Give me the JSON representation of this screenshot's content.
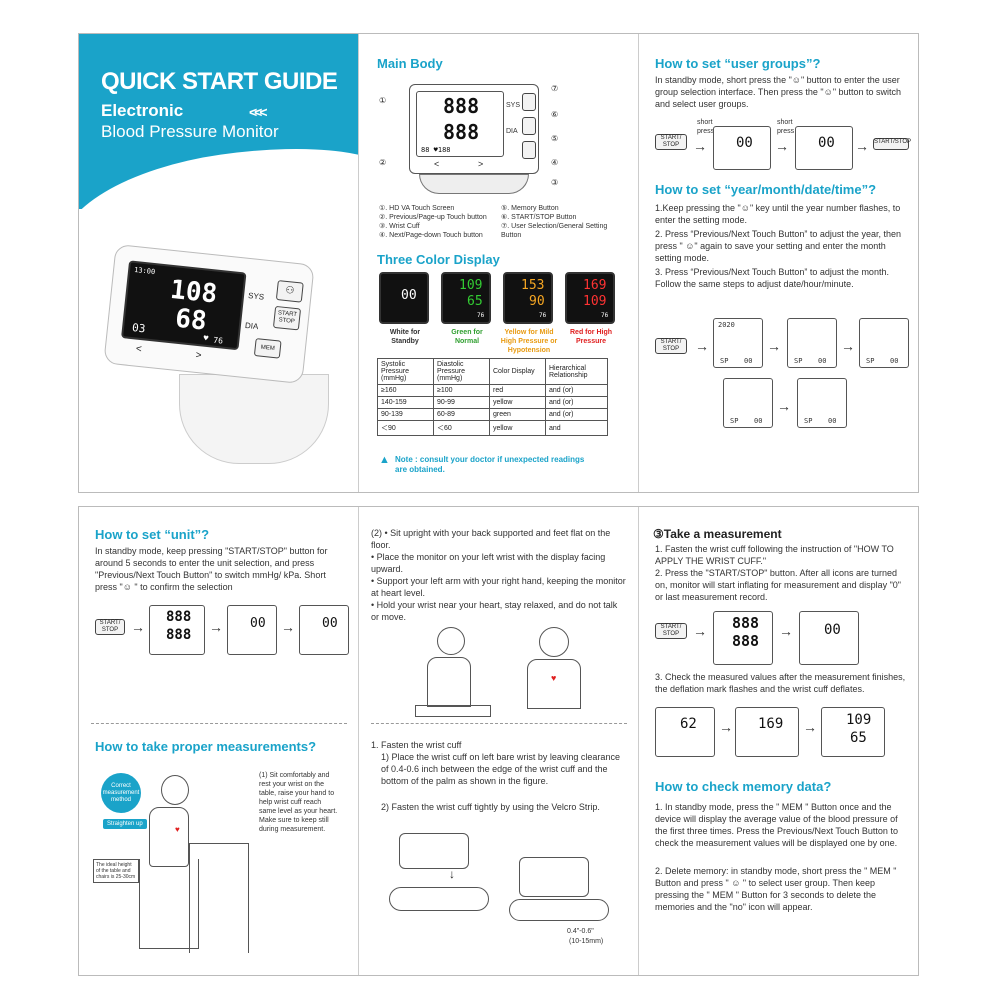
{
  "cover": {
    "title": "QUICK START GUIDE",
    "sub1": "Electronic",
    "sub2": "Blood Pressure Monitor",
    "device": {
      "time": "13:00",
      "sys": "108",
      "dia": "68",
      "pulse": "76",
      "mem": "03",
      "sys_label": "SYS",
      "dia_label": "DIA",
      "mem_btn": "MEM",
      "start_btn": "START STOP"
    }
  },
  "main_body": {
    "title": "Main Body",
    "parts": [
      "①. HD VA Touch Screen",
      "②. Previous/Page-up Touch button",
      "③. Wrist Cuff",
      "④. Next/Page-down Touch button",
      "⑤. Memory Button",
      "⑥. START/STOP Button",
      "⑦. User Selection/General Setting Button"
    ],
    "callouts": [
      "①",
      "②",
      "③",
      "④",
      "⑤",
      "⑥",
      "⑦"
    ]
  },
  "three_color": {
    "title": "Three Color Display",
    "screens": [
      {
        "sys": "00",
        "dia": "",
        "pulse": "",
        "color": "#ffffff",
        "label": "White for Standby",
        "label_color": "#222222"
      },
      {
        "sys": "109",
        "dia": "65",
        "pulse": "76",
        "color": "#33cc33",
        "label": "Green for Normal",
        "label_color": "#2e9e2e"
      },
      {
        "sys": "153",
        "dia": "90",
        "pulse": "76",
        "color": "#f5a623",
        "label": "Yellow for Mild High Pressure or Hypotension",
        "label_color": "#e89a10"
      },
      {
        "sys": "169",
        "dia": "109",
        "pulse": "76",
        "color": "#ff3333",
        "label": "Red for High Pressure",
        "label_color": "#e02020"
      }
    ],
    "table": {
      "headers": [
        "Systolic Pressure (mmHg)",
        "Diastolic Pressure (mmHg)",
        "Color Display",
        "Hierarchical Relationship"
      ],
      "rows": [
        [
          "≥160",
          "≥100",
          "red",
          "and (or)"
        ],
        [
          "140-159",
          "90-99",
          "yellow",
          "and (or)"
        ],
        [
          "90-139",
          "60-89",
          "green",
          "and (or)"
        ],
        [
          "＜90",
          "＜60",
          "yellow",
          "and"
        ]
      ]
    },
    "note": "Note : consult your doctor if unexpected readings are obtained."
  },
  "user_groups": {
    "title": "How to set “user groups”?",
    "text": "In standby mode, short press the \"☺\" button to enter the user group selection interface. Then press the \"☺\" button to switch and select user groups.",
    "start_label": "START/ STOP",
    "short_press": "short press",
    "start_stop_btn": "START/STOP",
    "screen_value": "00"
  },
  "date_time": {
    "title": "How to set “year/month/date/time”?",
    "steps": [
      "1.Keep pressing the \"☺\" key until the year number flashes, to enter the setting mode.",
      "2. Press “Previous/Next Touch Button” to adjust the year, then press \" ☺\" again to save your setting and enter the month setting mode.",
      "3. Press “Previous/Next Touch Button” to adjust the month. Follow the same steps to adjust date/hour/minute."
    ],
    "screen_year": "2020",
    "sp_label": "SP",
    "sp_value": "00",
    "start_label": "START/ STOP"
  },
  "unit": {
    "title": "How to set “unit”?",
    "text": "In standby mode, keep pressing \"START/STOP\" button for around 5 seconds to enter the unit selection, and press \"Previous/Next Touch Button\" to switch mmHg/ kPa. Short press \"☺ \" to confirm the selection",
    "start_label": "START/ STOP",
    "screen_value": "00"
  },
  "proper": {
    "title": "How to take proper measurements?",
    "correct": "Correct measurement method",
    "straighten": "Straighten up",
    "height_note": "The ideal height of the table and chairs is 25-30cm",
    "step1": "(1) Sit comfortably and rest your wrist on the table, raise your hand to help wrist cuff reach same level as your heart. Make sure to keep still during measurement."
  },
  "posture": {
    "items": [
      "(2) • Sit upright with your back supported and feet flat on the floor.",
      "• Place the monitor on your left wrist with the display facing upward.",
      "• Support your left arm with your right hand, keeping the monitor at heart level.",
      "• Hold your wrist near your heart, stay relaxed, and do not talk or move."
    ]
  },
  "fasten": {
    "title": "1. Fasten the wrist cuff",
    "steps": [
      "1) Place the wrist cuff on left bare wrist by leaving clearance of 0.4-0.6 inch between the edge of the wrist cuff and the bottom of the palm as shown in the figure.",
      "2) Fasten the wrist cuff tightly by using the Velcro Strip."
    ],
    "gap_label": "0.4\"-0.6\"",
    "gap_mm": "(10-15mm)"
  },
  "measurement": {
    "title": "③Take a measurement",
    "steps": [
      "1. Fasten the wrist cuff following the instruction of \"HOW TO APPLY THE WRIST CUFF.\"",
      "2. Press the \"START/STOP\" button. After all icons are turned on, monitor will start inflating for measurement and display \"0\" or last measurement record."
    ],
    "step3": "3. Check the measured values after the measurement finishes, the deflation mark flashes and the wrist cuff deflates.",
    "start_label": "START/ STOP",
    "values": [
      "00",
      "62",
      "169",
      "109",
      "65"
    ]
  },
  "memory": {
    "title": "How to check memory data?",
    "text": [
      "1. In standby mode, press the \" MEM \" Button once and the device will display the average value of the blood pressure of the first three times. Press the Previous/Next Touch Button to check the measurement values will be displayed one by one.",
      "2. Delete memory: in standby mode, short press the \" MEM \" Button and press \" ☺ \" to select user group. Then keep pressing the \" MEM \" Button for 3 seconds to delete the memories and the \"no\" icon will appear."
    ]
  }
}
